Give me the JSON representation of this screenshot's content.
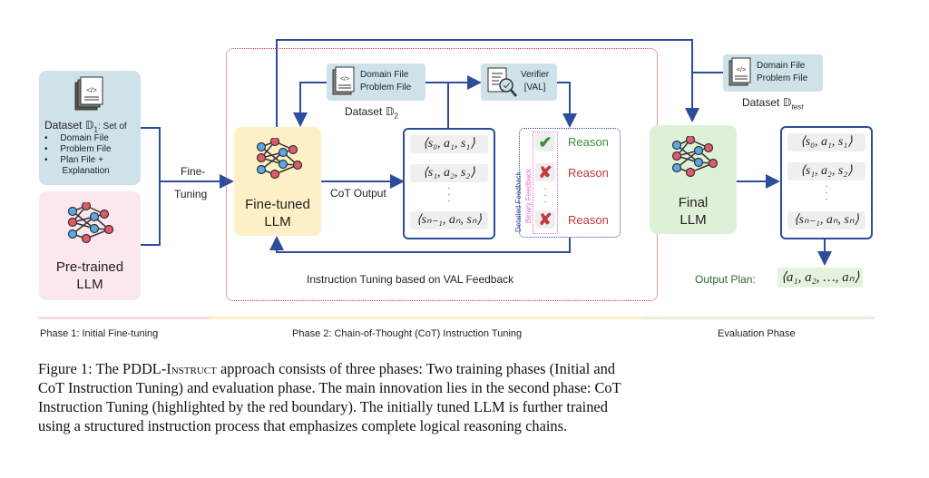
{
  "figure": {
    "phase1": {
      "dataset_label": "Dataset",
      "dataset_symbol": "𝔻",
      "dataset_subscript": "1",
      "dataset_suffix": ": Set of",
      "dataset_items": [
        "Domain File",
        "Problem File",
        "Plan File +",
        "Explanation"
      ],
      "pretrained_label_line1": "Pre-trained",
      "pretrained_label_line2": "LLM",
      "arrow_label_line1": "Fine-",
      "arrow_label_line2": "Tuning"
    },
    "phase2": {
      "dataset_files": [
        "Domain File",
        "Problem File"
      ],
      "dataset_label": "Dataset",
      "dataset_symbol": "𝔻",
      "dataset_subscript": "2",
      "verifier_line1": "Verifier",
      "verifier_line2": "[VAL]",
      "finetuned_label_line1": "Fine-tuned",
      "finetuned_label_line2": "LLM",
      "cot_output_label": "CoT Output",
      "tuples": [
        "⟨s₀, a₁, s₁⟩",
        "⟨s₁, a₂, s₂⟩",
        "⟨sₙ₋₁, aₙ, sₙ⟩"
      ],
      "feedback": [
        {
          "status": "correct",
          "glyph": "✔",
          "reason": "Reason"
        },
        {
          "status": "wrong",
          "glyph": "✘",
          "reason": "Reason"
        },
        {
          "status": "wrong",
          "glyph": "✘",
          "reason": "Reason"
        }
      ],
      "detailed_feedback_label": "Detailed Feedback",
      "binary_feedback_label": "Binary Feedback",
      "loop_label": "Instruction Tuning based on VAL Feedback"
    },
    "phase3": {
      "dataset_files": [
        "Domain File",
        "Problem File"
      ],
      "dataset_label": "Dataset",
      "dataset_symbol": "𝔻",
      "dataset_subscript": "test",
      "final_label_line1": "Final",
      "final_label_line2": "LLM",
      "tuples": [
        "⟨s₀, a₁, s₁⟩",
        "⟨s₁, a₂, s₂⟩",
        "⟨sₙ₋₁, aₙ, sₙ⟩"
      ],
      "output_plan_label": "Output Plan:",
      "output_plan_value": "⟨a₁, a₂, …, aₙ⟩"
    },
    "phases": [
      {
        "label": "Phase 1: Initial Fine-tuning",
        "color": "#f7dde6"
      },
      {
        "label": "Phase 2: Chain-of-Thought (CoT) Instruction Tuning",
        "color": "#fcf0c4"
      },
      {
        "label": "Evaluation Phase",
        "color": "#e1f0d8"
      }
    ],
    "colors": {
      "arrow": "#2c4c9c",
      "red_boundary": "#d23a3a",
      "correct": "#3c8c3c",
      "wrong": "#c0393b",
      "output_plan": "#2e6b2e"
    }
  },
  "caption": {
    "line1_a": "Figure 1: The PDDL-",
    "line1_sc": "Instruct",
    "line1_b": " approach consists of three phases: Two training phases (Initial and",
    "line2": "CoT Instruction Tuning) and evaluation phase. The main innovation lies in the second phase: CoT",
    "line3": "Instruction Tuning (highlighted by the red boundary).  The initially tuned LLM is further trained",
    "line4": "using a structured instruction process that emphasizes complete logical reasoning chains."
  }
}
